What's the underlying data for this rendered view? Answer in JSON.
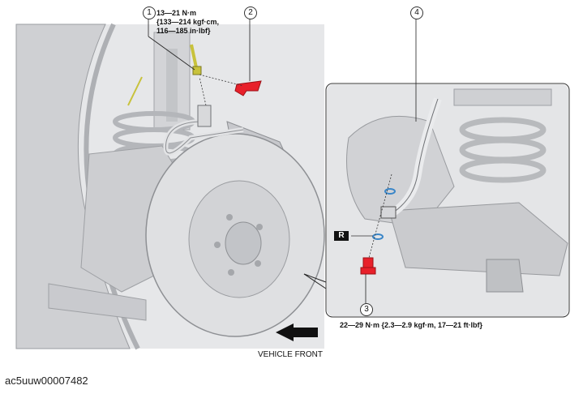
{
  "callouts": {
    "num_1": "1",
    "num_2": "2",
    "num_3": "3",
    "num_4": "4",
    "spec_1_line1": "13—21 N·m",
    "spec_1_line2": "{133—214 kgf·cm,",
    "spec_1_line3": "116—185 in·lbf}",
    "spec_3": "22—29 N·m {2.3—2.9 kgf·m, 17—21 ft·lbf}",
    "r_badge": "R"
  },
  "direction_label": "VEHICLE FRONT",
  "image_id": "ac5uuw00007482",
  "colors": {
    "part_highlight": "#e8202a",
    "washer": "#3a86c8",
    "bolt": "#c8c23c",
    "background_parts": "#d9dadc"
  }
}
